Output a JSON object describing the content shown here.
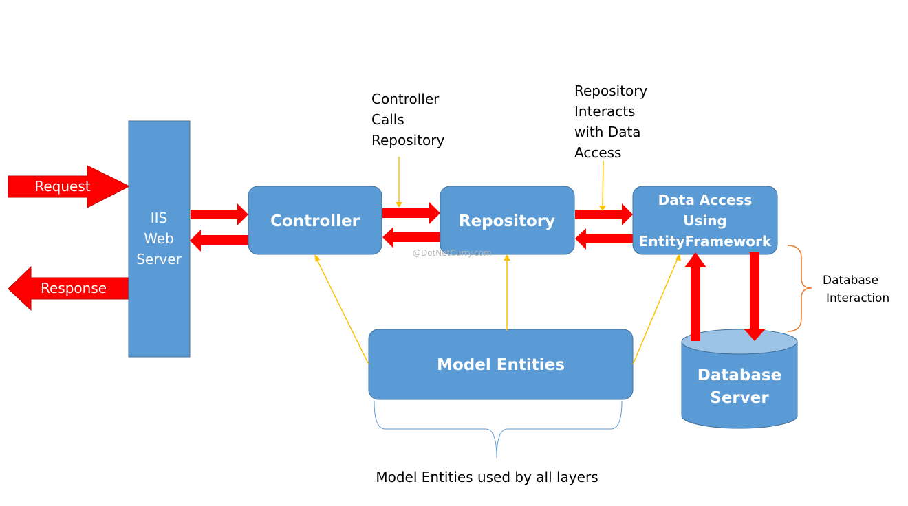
{
  "colors": {
    "box_fill": "#5b9bd5",
    "box_stroke": "#41719c",
    "cylinder_top": "#9dc3e6",
    "red_arrow": "#ff0000",
    "yellow_connector": "#ffc000",
    "brace_blue": "#5b9bd5",
    "brace_orange": "#ed7d31"
  },
  "nodes": {
    "iis": [
      "IIS",
      "Web",
      "Server"
    ],
    "controller": "Controller",
    "repository": "Repository",
    "data_access": [
      "Data Access",
      "Using",
      "EntityFramework"
    ],
    "model_entities": "Model Entities",
    "database": [
      "Database",
      "Server"
    ]
  },
  "arrows": {
    "request": "Request",
    "response": "Response"
  },
  "annotations": {
    "controller_calls": [
      "Controller",
      "Calls",
      "Repository"
    ],
    "repository_interacts": [
      "Repository",
      "Interacts",
      "with Data",
      "Access"
    ],
    "database_interaction": [
      "Database",
      "Interaction"
    ],
    "model_entities_used": "Model Entities used by all layers"
  },
  "watermark": "@DotNetCurry.com"
}
